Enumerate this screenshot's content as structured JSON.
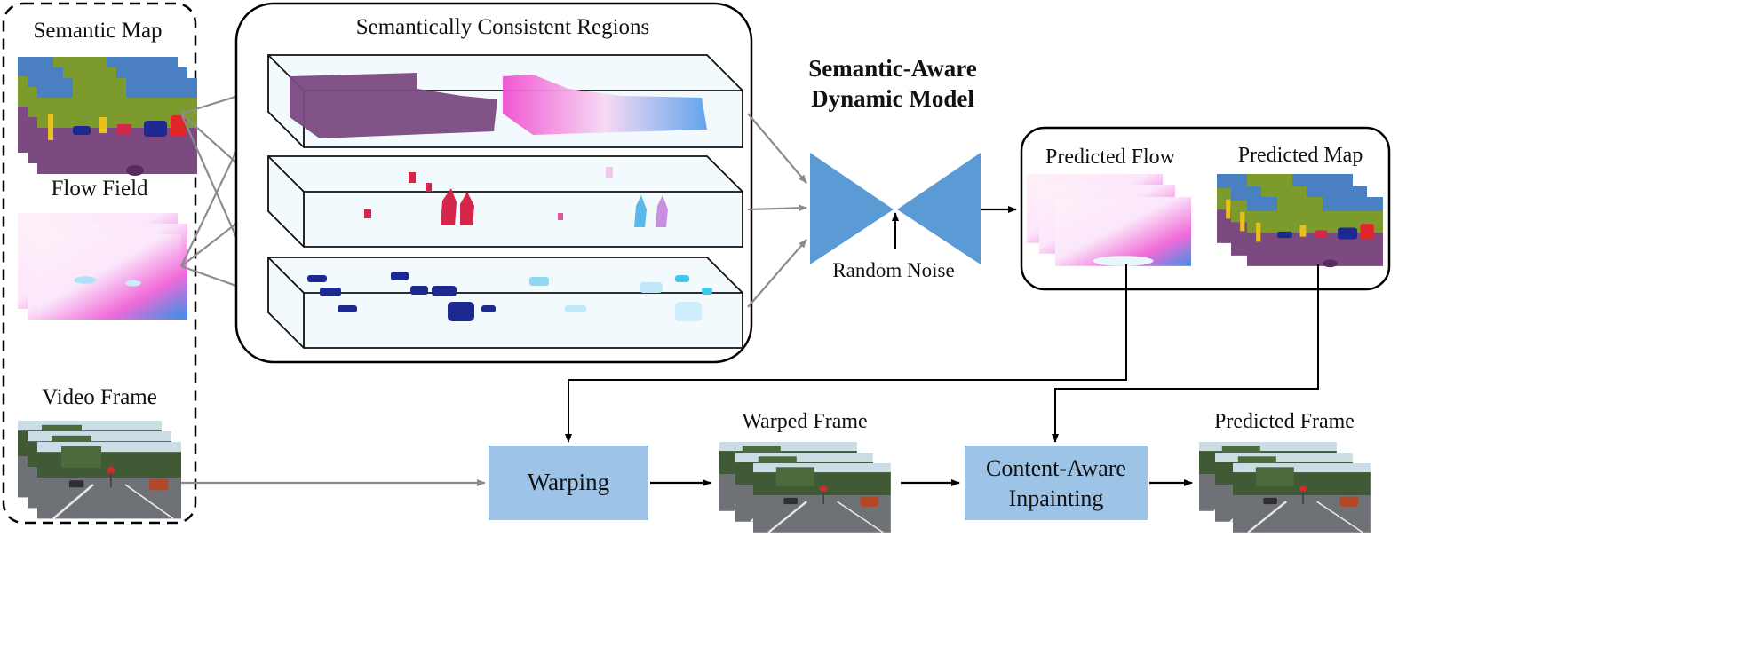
{
  "inputs": {
    "semantic_map": "Semantic Map",
    "flow_field": "Flow Field",
    "video_frame": "Video Frame"
  },
  "regions": {
    "title": "Semantically Consistent Regions"
  },
  "model": {
    "title_line1": "Semantic-Aware",
    "title_line2": "Dynamic Model",
    "noise": "Random Noise"
  },
  "outputs": {
    "predicted_flow": "Predicted Flow",
    "predicted_map": "Predicted Map"
  },
  "pipeline": {
    "warping": "Warping",
    "warped_frame": "Warped Frame",
    "inpainting_line1": "Content-Aware",
    "inpainting_line2": "Inpainting",
    "predicted_frame": "Predicted Frame"
  },
  "colors": {
    "model_blue": "#5b9bd5",
    "process_box": "#9dc3e6",
    "arrow_gray": "#8c8c8c",
    "semantic_sky": "#4a7fc1",
    "semantic_veg": "#7d9a2c",
    "semantic_road": "#7a4a80",
    "semantic_car": "#1c2a8f",
    "flow_pink": "#ea4fd2",
    "flow_blue": "#4a90e2",
    "person_red": "#d6264a"
  }
}
